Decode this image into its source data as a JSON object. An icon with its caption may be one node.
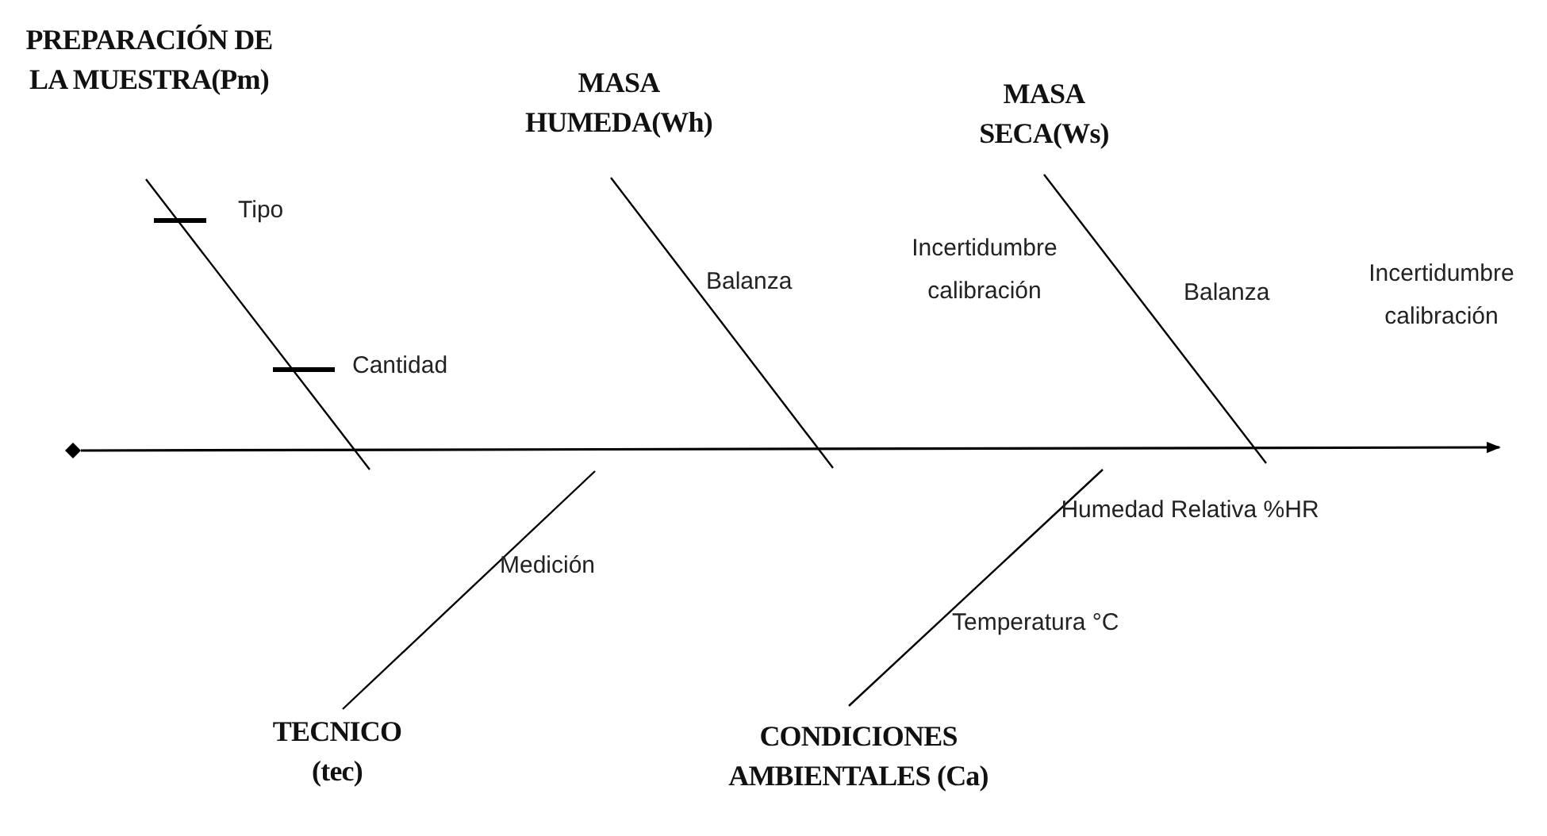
{
  "diagram": {
    "nodes": [
      {
        "text": [
          "PREPARACIÓN DE LA MUESTRA(Pm)"
        ]
      },
      {
        "text": [
          "MASA HUMEDA(Wh)"
        ]
      },
      {
        "text": [
          "MASA SECA(Ws)"
        ]
      },
      {
        "text": [
          "TECNICO (tec)"
        ]
      },
      {
        "text": [
          "CONDICIONES AMBIENTALES (Ca)"
        ]
      },
      {
        "text": [],
        "shape": "diamond"
      }
    ],
    "edges": [
      {
        "from": 5,
        "to": null,
        "arrow": "to"
      },
      {
        "from": 0,
        "to": null,
        "arrow": "none"
      },
      {
        "from": 1,
        "to": null,
        "arrow": "none"
      },
      {
        "from": 2,
        "to": null,
        "arrow": "none"
      },
      {
        "from": 3,
        "to": null,
        "arrow": "none"
      },
      {
        "from": 4,
        "to": null,
        "arrow": "none"
      }
    ],
    "labels": [
      "Tipo",
      "Balanza",
      "Incertidumbre calibración",
      "Balanza",
      "Incertidumbre calibración",
      "Cantidad",
      "Humedad Relativa %HR",
      "Medición",
      "Temperatura °C"
    ]
  }
}
